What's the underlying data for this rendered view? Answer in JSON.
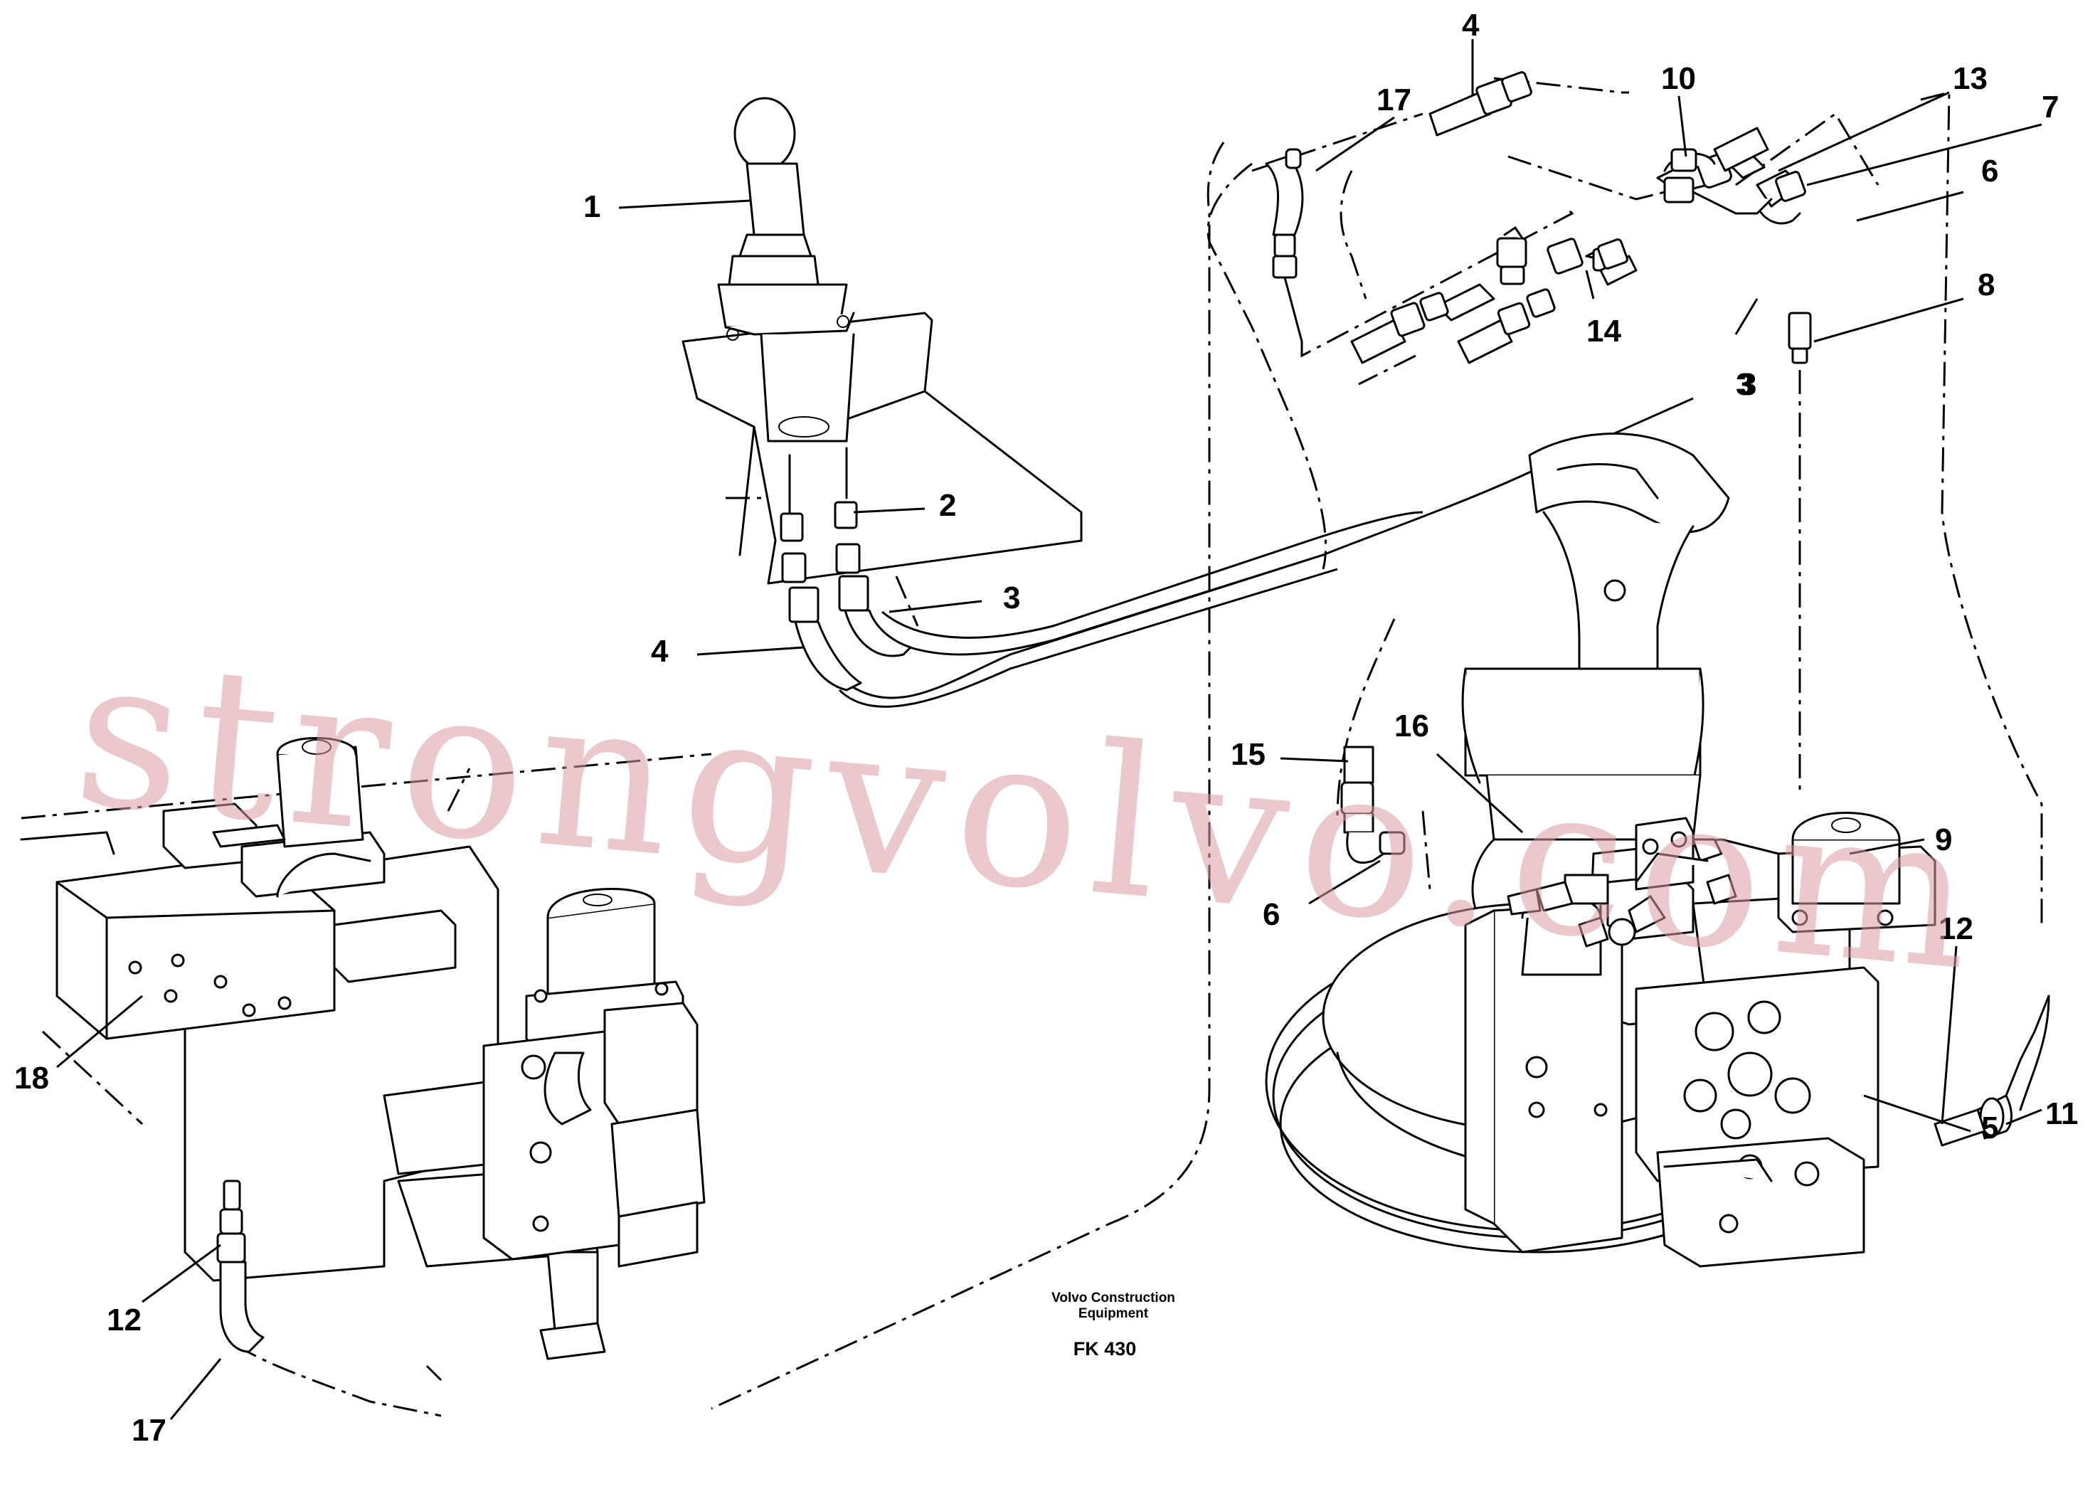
{
  "part_labels": [
    "1",
    "2",
    "3",
    "4",
    "3",
    "4",
    "17",
    "10",
    "13",
    "7",
    "6",
    "8",
    "3",
    "14",
    "15",
    "16",
    "6",
    "9",
    "12",
    "11",
    "5",
    "18",
    "12",
    "17"
  ],
  "caption": {
    "line1": "Volvo Construction",
    "line2": "Equipment",
    "code": "FK 430"
  },
  "watermark": "strongvolvo.com",
  "colors": {
    "lines": "#000000",
    "background": "#ffffff",
    "watermark": "#d99aa2"
  }
}
